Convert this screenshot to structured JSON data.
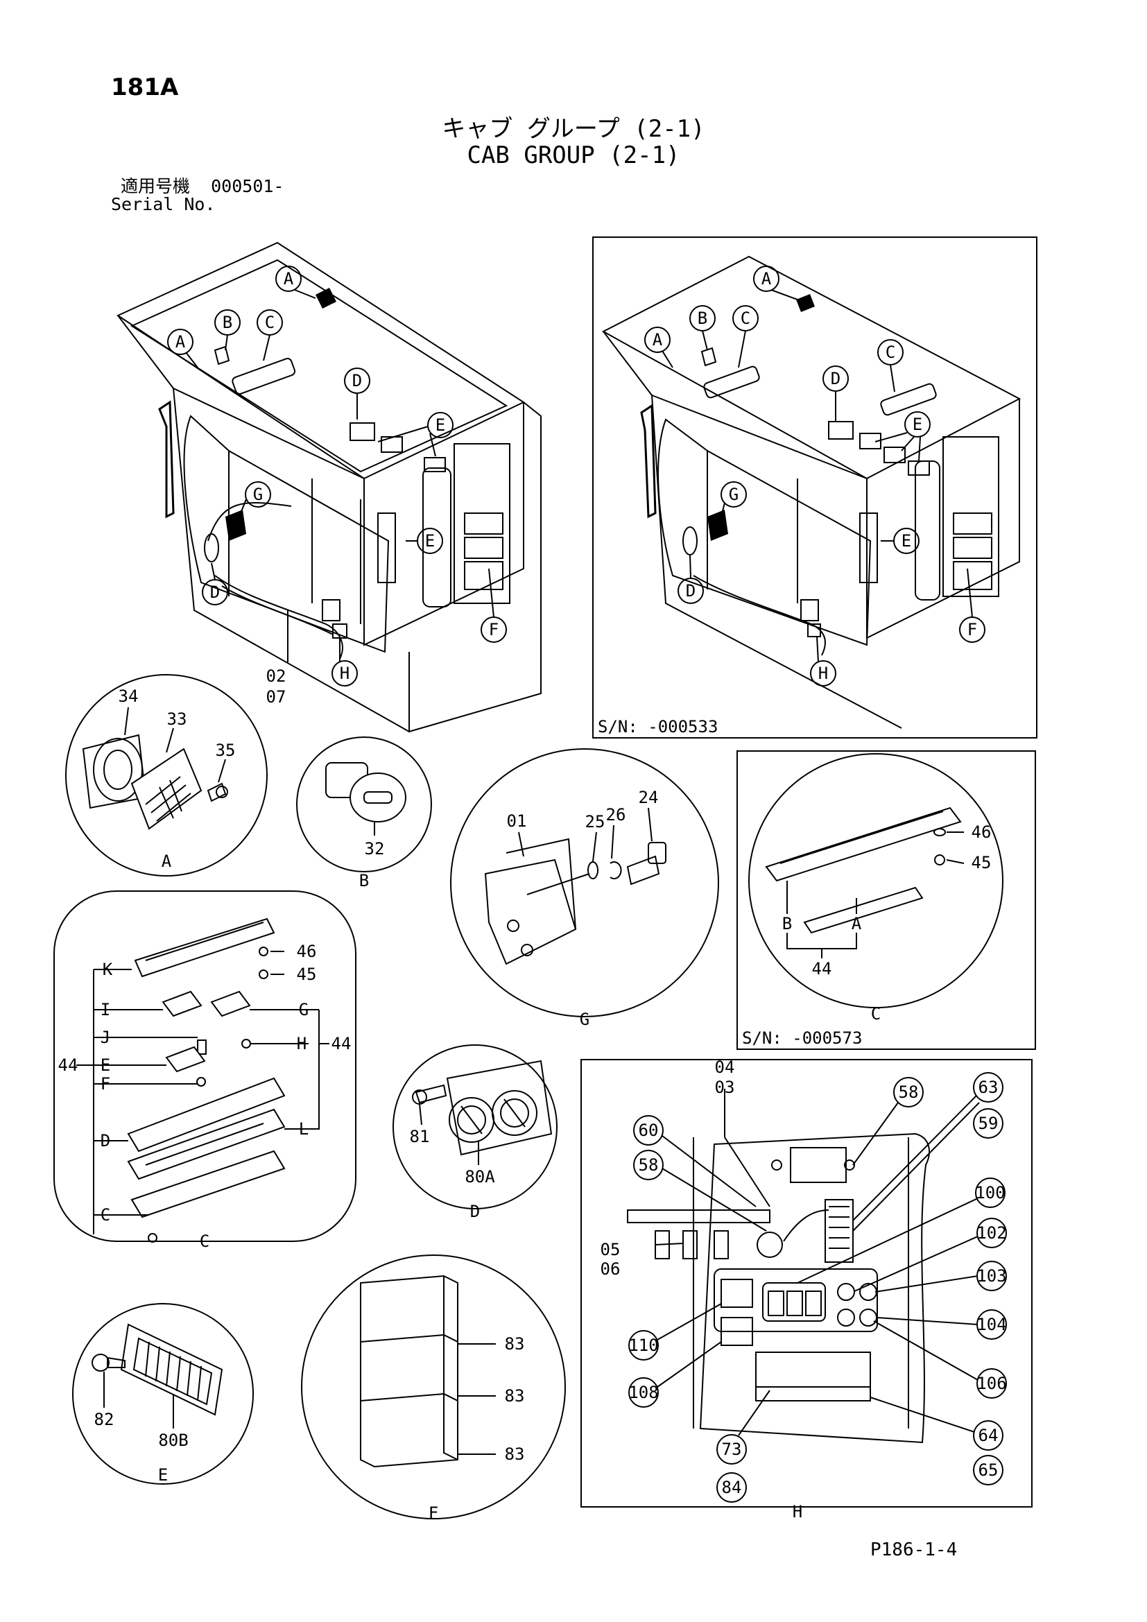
{
  "page": {
    "page_number": "181A",
    "title_jp": "キャブ グループ (2-1)",
    "title_en": "CAB GROUP (2-1)",
    "serial_label_jp": "適用号機",
    "serial_range": "000501-",
    "serial_label_en": "Serial No.",
    "footer_ref": "P186-1-4"
  },
  "main_view": {
    "letters": [
      "A",
      "B",
      "C",
      "A",
      "D",
      "E",
      "E",
      "G",
      "D",
      "F",
      "H"
    ],
    "part_numbers": [
      "02",
      "07"
    ]
  },
  "alt_view": {
    "letters": [
      "A",
      "B",
      "C",
      "A",
      "C",
      "D",
      "E",
      "E",
      "G",
      "D",
      "F",
      "H"
    ],
    "sn_note": "S/N: -000533"
  },
  "detail_a": {
    "label": "A",
    "parts": [
      "34",
      "33",
      "35"
    ]
  },
  "detail_b": {
    "label": "B",
    "parts": [
      "32"
    ]
  },
  "detail_g": {
    "label": "G",
    "parts": [
      "01",
      "25",
      "26",
      "24"
    ]
  },
  "detail_c_alt": {
    "label": "C",
    "parts": [
      "46",
      "45",
      "B",
      "A",
      "44"
    ],
    "sn_note": "S/N: -000573"
  },
  "detail_c": {
    "label": "C",
    "parts": [
      "K",
      "46",
      "45",
      "I",
      "G",
      "J",
      "H",
      "44",
      "44",
      "E",
      "F",
      "D",
      "L",
      "C"
    ]
  },
  "detail_d": {
    "label": "D",
    "parts": [
      "81",
      "80A"
    ]
  },
  "detail_e": {
    "label": "E",
    "parts": [
      "82",
      "80B"
    ]
  },
  "detail_f": {
    "label": "F",
    "parts": [
      "83",
      "83",
      "83"
    ]
  },
  "detail_h": {
    "label": "H",
    "parts": [
      "04",
      "03",
      "58",
      "63",
      "59",
      "60",
      "58",
      "100",
      "102",
      "103",
      "104",
      "106",
      "05",
      "06",
      "110",
      "108",
      "73",
      "84",
      "64",
      "65"
    ]
  }
}
